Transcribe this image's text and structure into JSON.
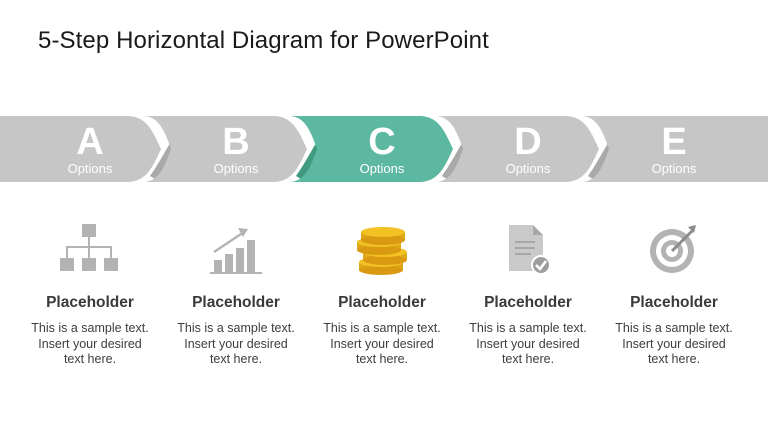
{
  "title": "5-Step Horizontal Diagram for PowerPoint",
  "colors": {
    "active": "#5cb8a0",
    "inactive": "#c6c6c6",
    "icon": "#b3b3b3",
    "coin": "#f2c124"
  },
  "steps": [
    {
      "letter": "A",
      "label": "Options",
      "active": false,
      "icon": "org-chart-icon",
      "heading": "Placeholder",
      "text": "This is a sample text. Insert your desired text here."
    },
    {
      "letter": "B",
      "label": "Options",
      "active": false,
      "icon": "growth-chart-icon",
      "heading": "Placeholder",
      "text": "This is a sample text. Insert your desired text here."
    },
    {
      "letter": "C",
      "label": "Options",
      "active": true,
      "icon": "coins-icon",
      "heading": "Placeholder",
      "text": "This is a sample text. Insert your desired text here."
    },
    {
      "letter": "D",
      "label": "Options",
      "active": false,
      "icon": "document-check-icon",
      "heading": "Placeholder",
      "text": "This is a sample text. Insert your desired text here."
    },
    {
      "letter": "E",
      "label": "Options",
      "active": false,
      "icon": "target-icon",
      "heading": "Placeholder",
      "text": "This is a sample text. Insert your desired text here."
    }
  ]
}
